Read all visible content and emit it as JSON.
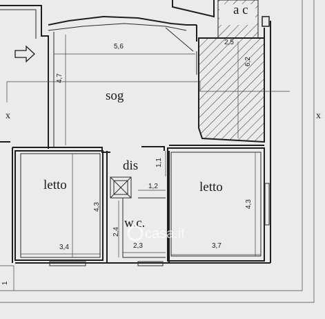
{
  "rooms": {
    "soggiorno": "sog",
    "disimpegno": "dis",
    "letto_left": "letto",
    "letto_right": "letto",
    "wc": "w.c.",
    "cucina": "a c"
  },
  "dimensions": {
    "sog_width": "5,6",
    "sog_height": "4,7",
    "top_right_width": "2,5",
    "top_right_height": "6,2",
    "dis_height": "1,1",
    "dis_width": "1,2",
    "letto_left_height": "4,3",
    "letto_left_width": "3,4",
    "wc_height": "2,4",
    "wc_width": "2,3",
    "letto_right_height": "4,3",
    "letto_right_width": "3,7",
    "bottom_margin": "1"
  },
  "section_marks": {
    "left": "x",
    "right": "x"
  },
  "watermark": "casa.it"
}
